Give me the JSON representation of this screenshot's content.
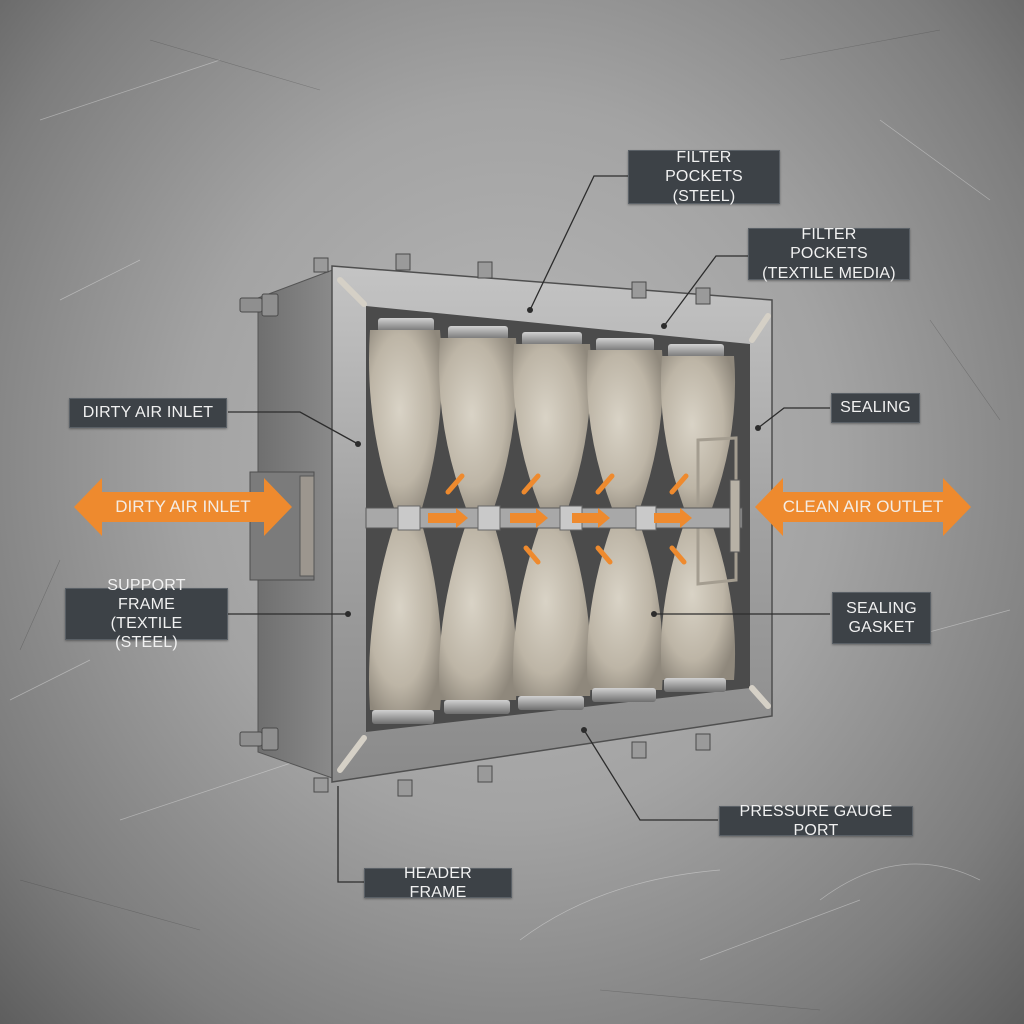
{
  "diagram": {
    "subject": "Pocket filter assembly (cutaway)",
    "colors": {
      "background": "#a8a8a8",
      "label_bg": "#3d4247",
      "label_text": "#f1f1f1",
      "flow_arrow": "#ee8a2e",
      "steel": "#9c9c9c",
      "textile": "#c9c1b3"
    },
    "labels": {
      "filter_pockets_steel": [
        "FILTER POCKETS",
        "(STEEL)"
      ],
      "filter_pockets_textile": [
        "FILTER POCKETS",
        "(TEXTILE MEDIA)"
      ],
      "dirty_air_inlet": "DIRTY AIR INLET",
      "sealing": "SEALING",
      "support_frame": [
        "SUPPORT FRAME",
        "(TEXTILE (STEEL)"
      ],
      "sealing_gasket": [
        "SEALING",
        "GASKET"
      ],
      "pressure_gauge_port": "PRESSURE GAUGE PORT",
      "header_frame": "HEADER FRAME"
    },
    "flow_arrows": {
      "inlet": "DIRTY AIR INLET",
      "outlet": "CLEAN AIR OUTLET"
    },
    "pocket_count": 5,
    "pocket_rows": 2
  }
}
